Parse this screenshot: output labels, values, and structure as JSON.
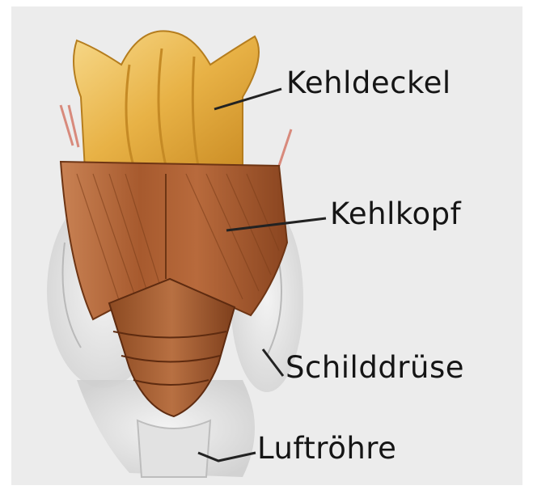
{
  "labels": {
    "epiglottis": "Kehldeckel",
    "larynx": "Kehlkopf",
    "thyroid": "Schilddrüse",
    "trachea": "Luftröhre"
  },
  "colors": {
    "background": "#ececec",
    "epiglottis": "#e9b64e",
    "larynx_muscle": "#a5582e",
    "thyroid_tissue": "#d9d9d9",
    "leader_line": "#222222"
  }
}
